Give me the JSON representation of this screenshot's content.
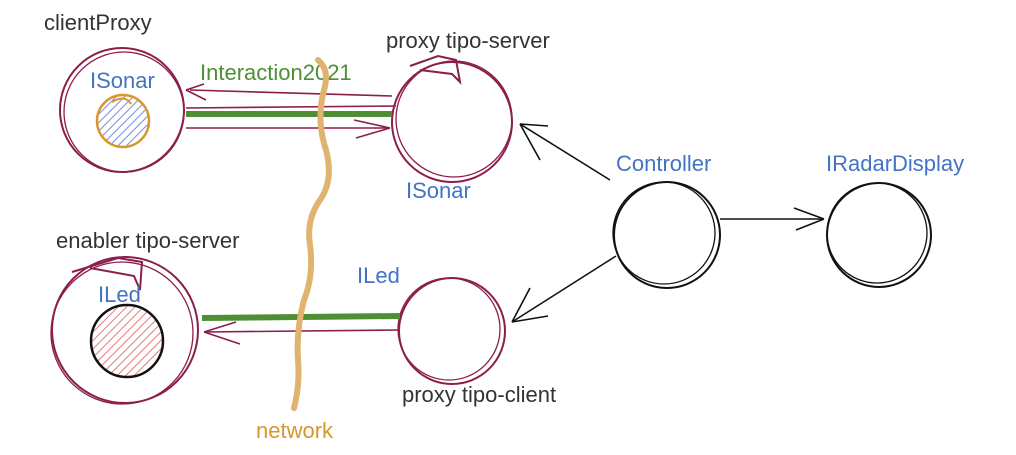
{
  "labels": {
    "client_proxy": "clientProxy",
    "proxy_server": "proxy tipo-server",
    "interaction": "Interaction2021",
    "isonar_left": "ISonar",
    "isonar_right": "ISonar",
    "controller": "Controller",
    "iradar": "IRadarDisplay",
    "enabler_server": "enabler tipo-server",
    "iled_left": "ILed",
    "iled_right": "ILed",
    "proxy_client": "proxy tipo-client",
    "network": "network"
  },
  "colors": {
    "maroon": "#8b1e4b",
    "black": "#111111",
    "green": "#4e8f36",
    "blue": "#4472c4",
    "orange": "#d8962c",
    "sonar_fill": "#7a8be0",
    "led_fill": "#e07b7b"
  }
}
